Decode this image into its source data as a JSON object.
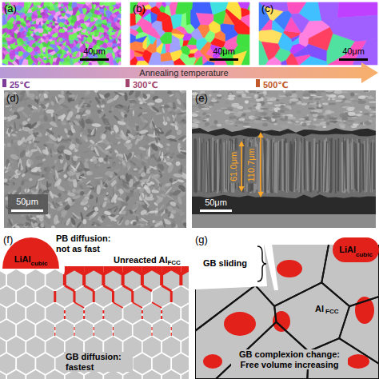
{
  "diagram": {
    "nodes": [
      {
        "text": [
          "LiAl",
          "cubic"
        ]
      },
      {
        "text": [
          "LiAl",
          "cubic"
        ]
      }
    ],
    "labels": [
      "(a)",
      "(b)",
      "(c)",
      "40μm",
      "40μm",
      "40μm",
      "25℃",
      "300℃",
      "500℃",
      "Annealing temperature",
      "(d)",
      "(e)",
      "50μm",
      "50μm",
      "61.0μm",
      "110.7μm",
      "(f)",
      "PB diffusion: not as fast",
      "Unreacted Al",
      "FCC",
      "GB diffusion: fastest",
      "(g)",
      "GB sliding",
      "Al",
      "FCC",
      "GB complexion change: Free volume increasing"
    ]
  }
}
